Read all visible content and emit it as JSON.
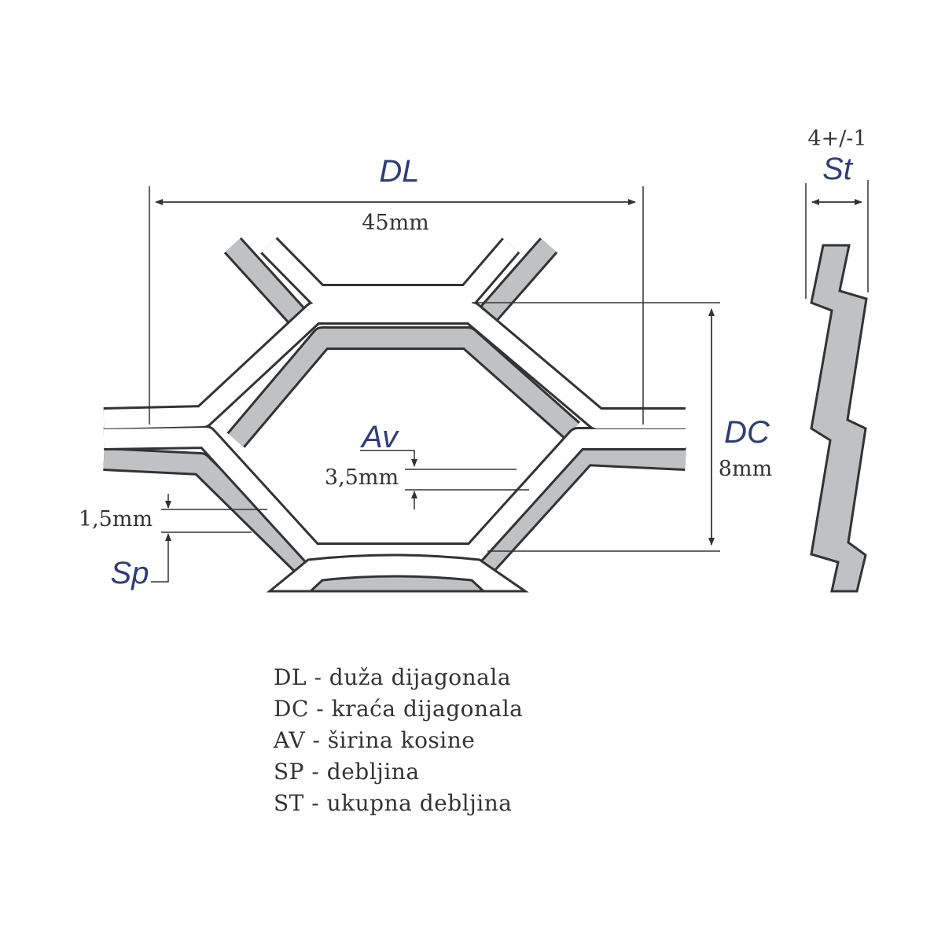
{
  "labels": {
    "dl": "DL",
    "dl_value": "45mm",
    "dc": "DC",
    "dc_value": "8mm",
    "st": "St",
    "st_value": "4+/-1",
    "av": "Av",
    "av_value": "3,5mm",
    "sp": "Sp",
    "sp_value": "1,5mm"
  },
  "legend": [
    "DL - duža dijagonala",
    "DC - kraća dijagonala",
    "AV - širina kosine",
    "SP - debljina",
    "ST - ukupna debljina"
  ],
  "colors": {
    "accent": "#2e3d7a",
    "metal_side": "#c0c1c3",
    "outline": "#333333"
  }
}
